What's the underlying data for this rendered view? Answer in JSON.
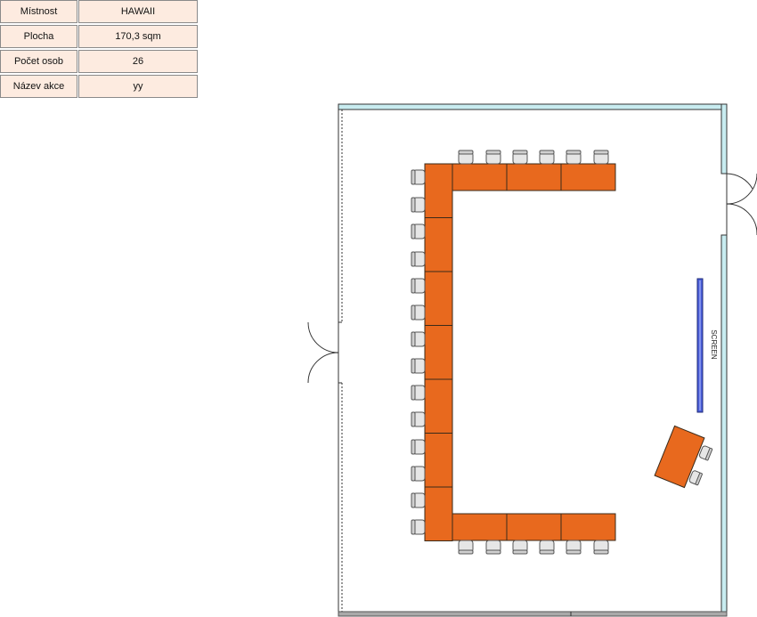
{
  "info": [
    {
      "label": "Místnost",
      "value": "HAWAII"
    },
    {
      "label": "Plocha",
      "value": "170,3 sqm"
    },
    {
      "label": "Počet osob",
      "value": "26"
    },
    {
      "label": "Název akce",
      "value": "yy"
    }
  ],
  "screen_label": "SCREEN",
  "colors": {
    "table": "#e8691e",
    "table_border": "#3a2a1a",
    "chair": "#e6e6e6",
    "wall_inner": "#c8ecf0",
    "screen": "#4a5ed8",
    "info_bg": "#fdebe0"
  }
}
